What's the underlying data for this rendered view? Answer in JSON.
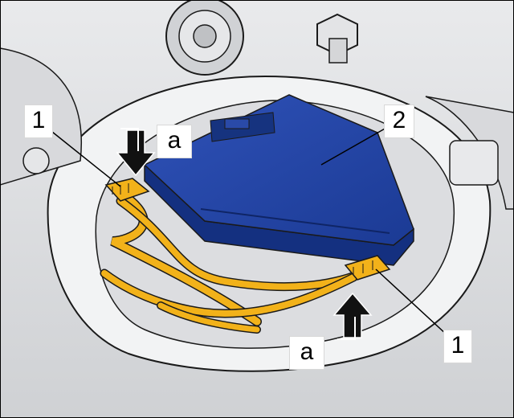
{
  "labels": {
    "connector_left": "1",
    "control_unit": "2",
    "arrow_top": "a",
    "arrow_bottom": "a",
    "connector_right": "1"
  },
  "colors": {
    "control_unit": "#1f3f9e",
    "wiring": "#f2b21a",
    "housing": "#d9dadc",
    "outline": "#1a1a1a",
    "arrow": "#111111"
  }
}
